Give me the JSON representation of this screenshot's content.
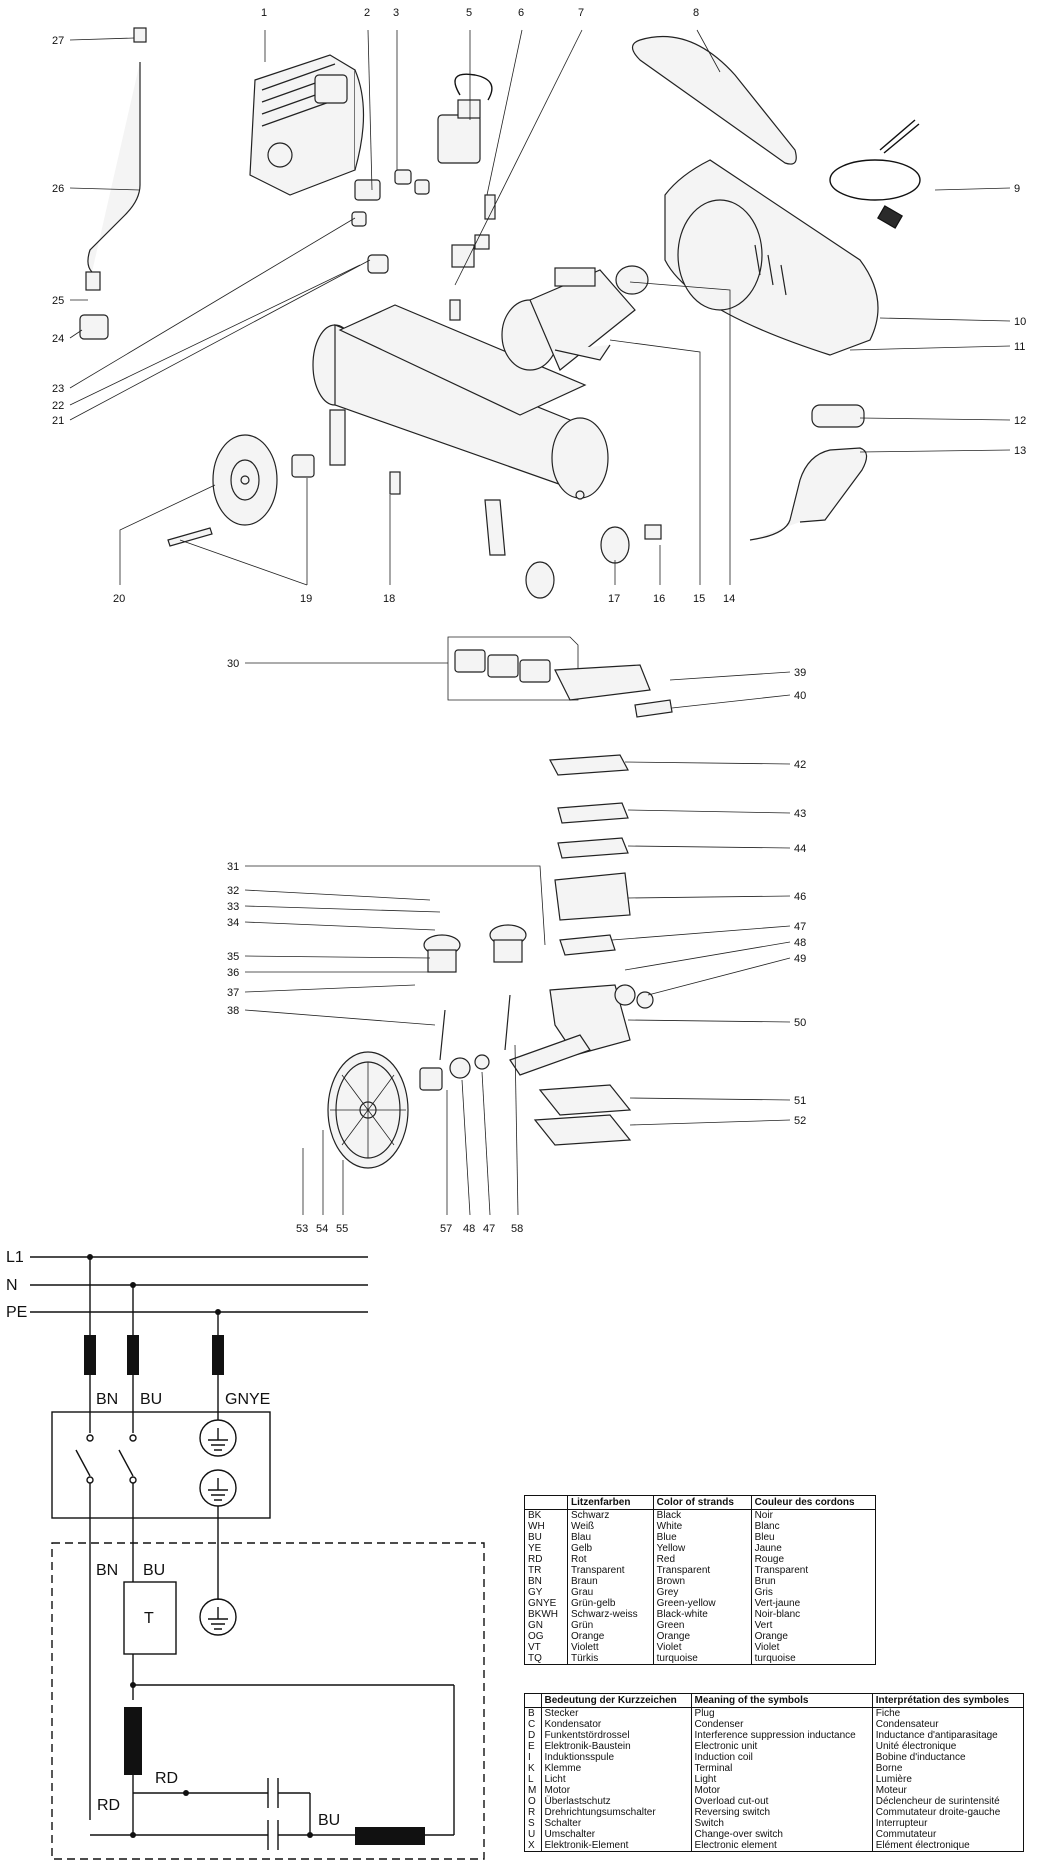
{
  "callouts": [
    {
      "n": "1"
    },
    {
      "n": "2"
    },
    {
      "n": "3"
    },
    {
      "n": "5"
    },
    {
      "n": "6"
    },
    {
      "n": "7"
    },
    {
      "n": "8"
    },
    {
      "n": "9"
    },
    {
      "n": "10"
    },
    {
      "n": "11"
    },
    {
      "n": "12"
    },
    {
      "n": "13"
    },
    {
      "n": "14"
    },
    {
      "n": "15"
    },
    {
      "n": "16"
    },
    {
      "n": "17"
    },
    {
      "n": "18"
    },
    {
      "n": "19"
    },
    {
      "n": "20"
    },
    {
      "n": "21"
    },
    {
      "n": "22"
    },
    {
      "n": "23"
    },
    {
      "n": "24"
    },
    {
      "n": "25"
    },
    {
      "n": "26"
    },
    {
      "n": "27"
    },
    {
      "n": "30"
    },
    {
      "n": "31"
    },
    {
      "n": "32"
    },
    {
      "n": "33"
    },
    {
      "n": "34"
    },
    {
      "n": "35"
    },
    {
      "n": "36"
    },
    {
      "n": "37"
    },
    {
      "n": "38"
    },
    {
      "n": "39"
    },
    {
      "n": "40"
    },
    {
      "n": "42"
    },
    {
      "n": "43"
    },
    {
      "n": "44"
    },
    {
      "n": "46"
    },
    {
      "n": "47"
    },
    {
      "n": "48"
    },
    {
      "n": "49"
    },
    {
      "n": "50"
    },
    {
      "n": "51"
    },
    {
      "n": "52"
    },
    {
      "n": "53"
    },
    {
      "n": "54"
    },
    {
      "n": "55"
    },
    {
      "n": "57"
    },
    {
      "n": "48"
    },
    {
      "n": "47"
    },
    {
      "n": "58"
    }
  ],
  "wiring": {
    "rails": [
      "L1",
      "N",
      "PE"
    ],
    "labels": {
      "bn1": "BN",
      "bu1": "BU",
      "gnye": "GNYE",
      "bn2": "BN",
      "bu2": "BU",
      "t": "T",
      "rd1": "RD",
      "rd2": "RD",
      "bu3": "BU"
    }
  },
  "colors_table": {
    "headers": [
      "",
      "Litzenfarben",
      "Color of strands",
      "Couleur des cordons"
    ],
    "rows": [
      [
        "BK",
        "Schwarz",
        "Black",
        "Noir"
      ],
      [
        "WH",
        "Weiß",
        "White",
        "Blanc"
      ],
      [
        "BU",
        "Blau",
        "Blue",
        "Bleu"
      ],
      [
        "YE",
        "Gelb",
        "Yellow",
        "Jaune"
      ],
      [
        "RD",
        "Rot",
        "Red",
        "Rouge"
      ],
      [
        "TR",
        "Transparent",
        "Transparent",
        "Transparent"
      ],
      [
        "BN",
        "Braun",
        "Brown",
        "Brun"
      ],
      [
        "GY",
        "Grau",
        "Grey",
        "Gris"
      ],
      [
        "GNYE",
        "Grün-gelb",
        "Green-yellow",
        "Vert-jaune"
      ],
      [
        "BKWH",
        "Schwarz-weiss",
        "Black-white",
        "Noir-blanc"
      ],
      [
        "GN",
        "Grün",
        "Green",
        "Vert"
      ],
      [
        "OG",
        "Orange",
        "Orange",
        "Orange"
      ],
      [
        "VT",
        "Violett",
        "Violet",
        "Violet"
      ],
      [
        "TQ",
        "Türkis",
        "turquoise",
        "turquoise"
      ]
    ]
  },
  "symbols_table": {
    "headers": [
      "",
      "Bedeutung der Kurzzeichen",
      "Meaning of the symbols",
      "Interprétation des symboles"
    ],
    "rows": [
      [
        "B",
        "Stecker",
        "Plug",
        "Fiche"
      ],
      [
        "C",
        "Kondensator",
        "Condenser",
        "Condensateur"
      ],
      [
        "D",
        "Funkentstördrossel",
        "Interference suppression inductance",
        "Inductance d'antiparasitage"
      ],
      [
        "E",
        "Elektronik-Baustein",
        "Electronic unit",
        "Unité électronique"
      ],
      [
        "I",
        "Induktionsspule",
        "Induction coil",
        "Bobine d'inductance"
      ],
      [
        "K",
        "Klemme",
        "Terminal",
        "Borne"
      ],
      [
        "L",
        "Licht",
        "Light",
        "Lumière"
      ],
      [
        "M",
        "Motor",
        "Motor",
        "Moteur"
      ],
      [
        "O",
        "Überlastschutz",
        "Overload cut-out",
        "Déclencheur de surintensité"
      ],
      [
        "R",
        "Drehrichtungsumschalter",
        "Reversing switch",
        "Commutateur droite-gauche"
      ],
      [
        "S",
        "Schalter",
        "Switch",
        "Interrupteur"
      ],
      [
        "U",
        "Umschalter",
        "Change-over switch",
        "Commutateur"
      ],
      [
        "X",
        "Elektronik-Element",
        "Electronic element",
        "Elément électronique"
      ]
    ]
  }
}
